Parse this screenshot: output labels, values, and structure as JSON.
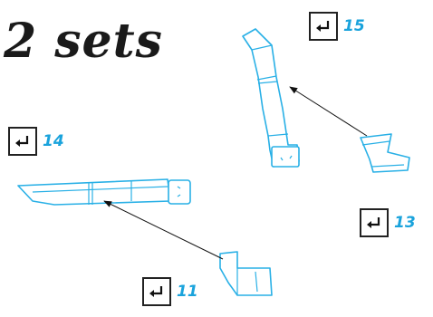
{
  "title": "2 sets",
  "accent_color": "#29b0e6",
  "label_color": "#1aa3dc",
  "callouts": [
    {
      "id": "15",
      "label": "15",
      "icon": "return-arrow-icon"
    },
    {
      "id": "14",
      "label": "14",
      "icon": "return-arrow-icon"
    },
    {
      "id": "13",
      "label": "13",
      "icon": "return-arrow-icon"
    },
    {
      "id": "11",
      "label": "11",
      "icon": "return-arrow-icon"
    }
  ]
}
